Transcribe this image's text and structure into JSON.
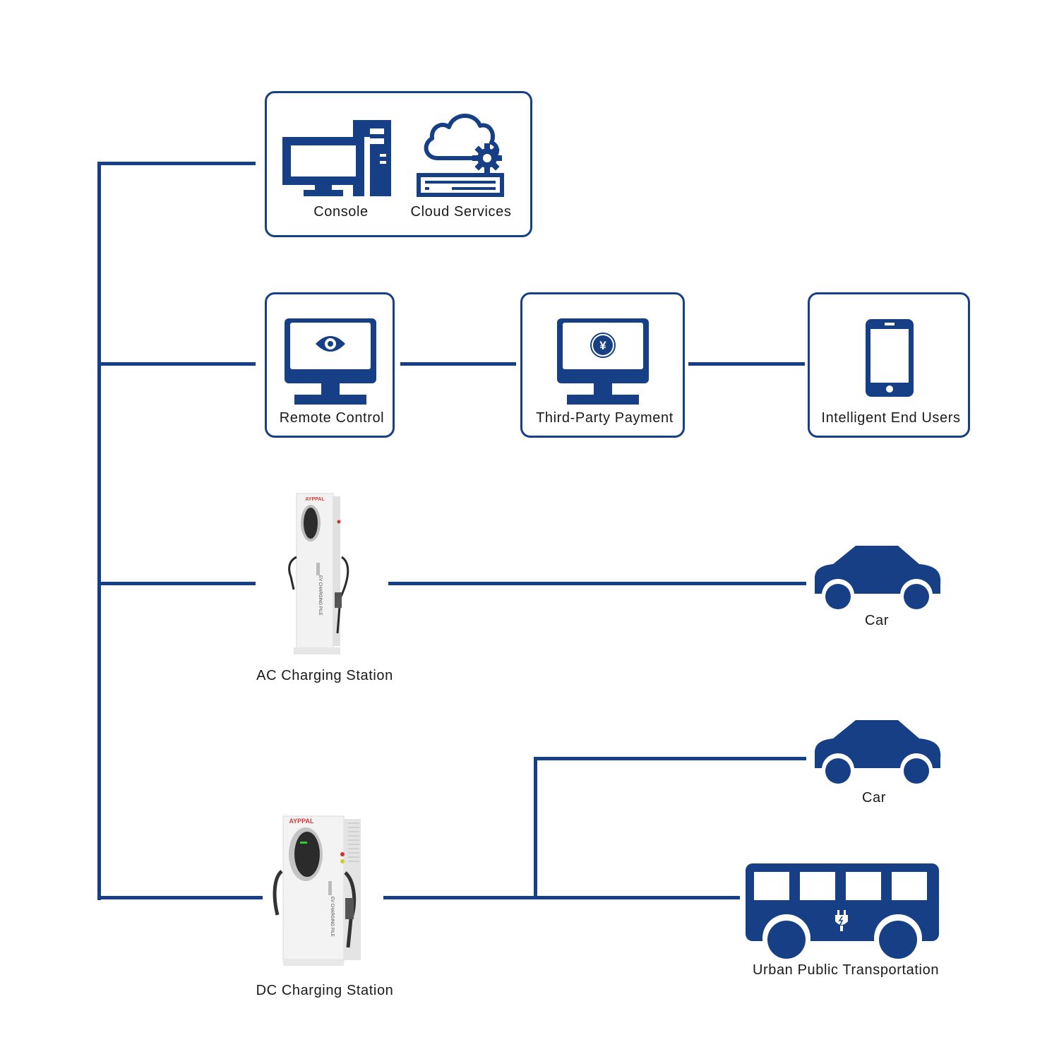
{
  "colors": {
    "accent": "#173f86",
    "brand_red": "#d23b3b"
  },
  "nodes": {
    "console": {
      "label": "Console",
      "icon": "desktop-computer-icon"
    },
    "cloud_services": {
      "label": "Cloud Services",
      "icon": "cloud-server-gear-icon"
    },
    "remote_control": {
      "label": "Remote Control",
      "icon": "monitor-eye-icon"
    },
    "third_party_payment": {
      "label": "Third-Party Payment",
      "icon": "monitor-yen-icon",
      "currency_symbol": "¥"
    },
    "intelligent_end_users": {
      "label": "Intelligent End Users",
      "icon": "smartphone-icon"
    },
    "ac_station": {
      "label": "AC Charging Station",
      "brand": "AYPPAL",
      "side_text": "EV CHARGING PILE",
      "icon": "ac-charger-image"
    },
    "dc_station": {
      "label": "DC Charging Station",
      "brand": "AYPPAL",
      "side_text": "EV CHARGING PILE",
      "icon": "dc-charger-image"
    },
    "car_ac": {
      "label": "Car",
      "icon": "car-icon"
    },
    "car_dc": {
      "label": "Car",
      "icon": "car-icon"
    },
    "bus": {
      "label": "Urban Public Transportation",
      "icon": "electric-bus-icon"
    }
  }
}
